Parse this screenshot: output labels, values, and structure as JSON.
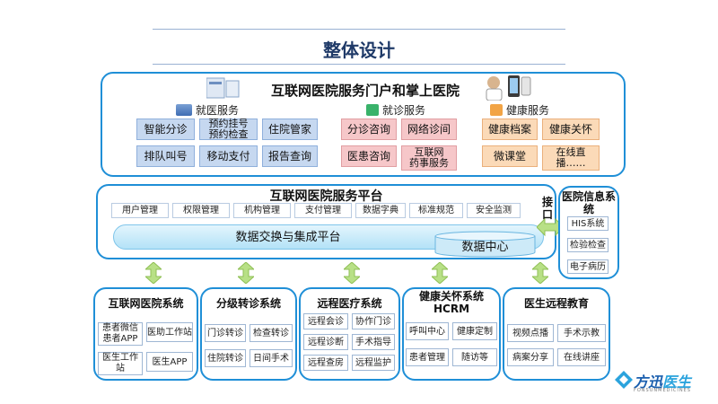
{
  "title": "整体设计",
  "portal": {
    "title": "互联网医院服务门户和掌上医院",
    "sections": [
      {
        "label": "就医服务",
        "items": [
          "智能分诊",
          "预约挂号\n预约检查",
          "住院管家",
          "排队叫号",
          "移动支付",
          "报告查询"
        ]
      },
      {
        "label": "就诊服务",
        "items": [
          "分诊咨询",
          "网络诊间",
          "医患咨询",
          "互联网\n药事服务"
        ]
      },
      {
        "label": "健康服务",
        "items": [
          "健康档案",
          "健康关怀",
          "微课堂",
          "在线直\n播……"
        ]
      }
    ]
  },
  "platform": {
    "title": "互联网医院服务平台",
    "tools": [
      "用户管理",
      "权限管理",
      "机构管理",
      "支付管理",
      "数据字典",
      "标准规范",
      "安全监测"
    ],
    "exchange": "数据交换与集成平台",
    "datacenter": "数据中心"
  },
  "interface": {
    "label": "接口"
  },
  "his": {
    "title": "医院信息系统",
    "items": [
      "HIS系统",
      "检验检查",
      "电子病历"
    ]
  },
  "bottom": [
    {
      "title": "互联网医院系统",
      "items": [
        "患者微信\n患者APP",
        "医助工作站",
        "医生工作\n站",
        "医生APP"
      ]
    },
    {
      "title": "分级转诊系统",
      "items": [
        "门诊转诊",
        "检查转诊",
        "住院转诊",
        "日间手术"
      ]
    },
    {
      "title": "远程医疗系统",
      "items": [
        "远程会诊",
        "协作门诊",
        "远程诊断",
        "手术指导",
        "远程查房",
        "远程监护"
      ]
    },
    {
      "title": "健康关怀系统\nHCRM",
      "items": [
        "呼叫中心",
        "健康定制",
        "患者管理",
        "随访等"
      ]
    },
    {
      "title": "医生远程教育",
      "items": [
        "视频点播",
        "手术示教",
        "病案分享",
        "在线讲座"
      ]
    }
  ],
  "brand": {
    "name_a": "方迅",
    "name_b": "医生",
    "sub": "FONSUNMEDICINES"
  },
  "colors": {
    "frame": "#1f8fd7",
    "arrow": "#a8d86b",
    "brand": "#1b5fae"
  }
}
